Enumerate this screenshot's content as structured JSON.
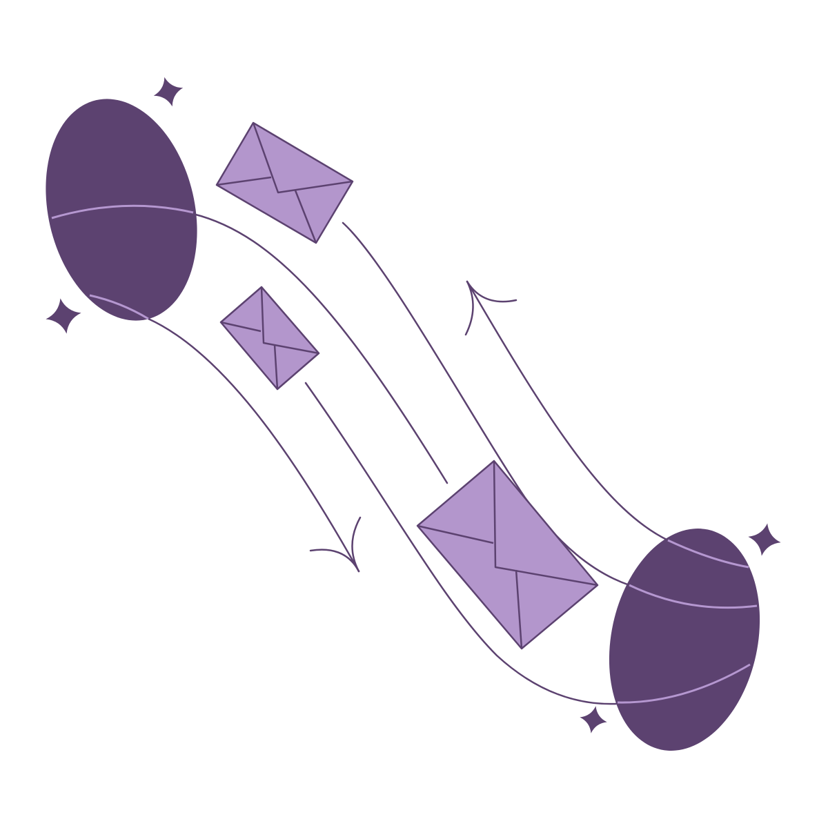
{
  "colors": {
    "background": "#ffffff",
    "portal": "#5c4270",
    "portal_band": "#b597d0",
    "envelope_fill": "#b396cc",
    "stroke": "#5c4270"
  },
  "icons": {
    "portals": [
      "portal-left",
      "portal-right"
    ],
    "envelopes": [
      "envelope-top",
      "envelope-small",
      "envelope-large"
    ],
    "sparkles": [
      "sparkle",
      "sparkle",
      "sparkle",
      "sparkle"
    ],
    "arrows": [
      "arrow-down",
      "arrow-up"
    ]
  }
}
